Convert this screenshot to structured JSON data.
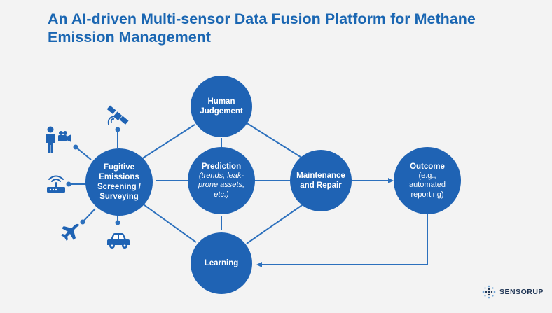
{
  "title": {
    "line1": "An AI-driven Multi-sensor Data Fusion Platform for Methane",
    "line2": "Emission Management"
  },
  "nodes": {
    "fugitive": {
      "line1": "Fugitive",
      "line2": "Emissions",
      "line3": "Screening /",
      "line4": "Surveying"
    },
    "human": {
      "line1": "Human",
      "line2": "Judgement"
    },
    "prediction": {
      "title": "Prediction",
      "line1": "(trends, leak-",
      "line2": "prone assets,",
      "line3": "etc.)"
    },
    "maintenance": {
      "line1": "Maintenance",
      "line2": "and Repair"
    },
    "outcome": {
      "title": "Outcome",
      "line1": "(e.g.,",
      "line2": "automated",
      "line3": "reporting)"
    },
    "learning": {
      "label": "Learning"
    }
  },
  "sensors": [
    "satellite-icon",
    "person-camera-icon",
    "wifi-sensor-icon",
    "airplane-icon",
    "car-icon"
  ],
  "brand": {
    "name": "SENSORUP"
  },
  "colors": {
    "title": "#1a66b2",
    "node": "#1f63b4",
    "line": "#2c70bd",
    "background": "#f3f3f3"
  }
}
